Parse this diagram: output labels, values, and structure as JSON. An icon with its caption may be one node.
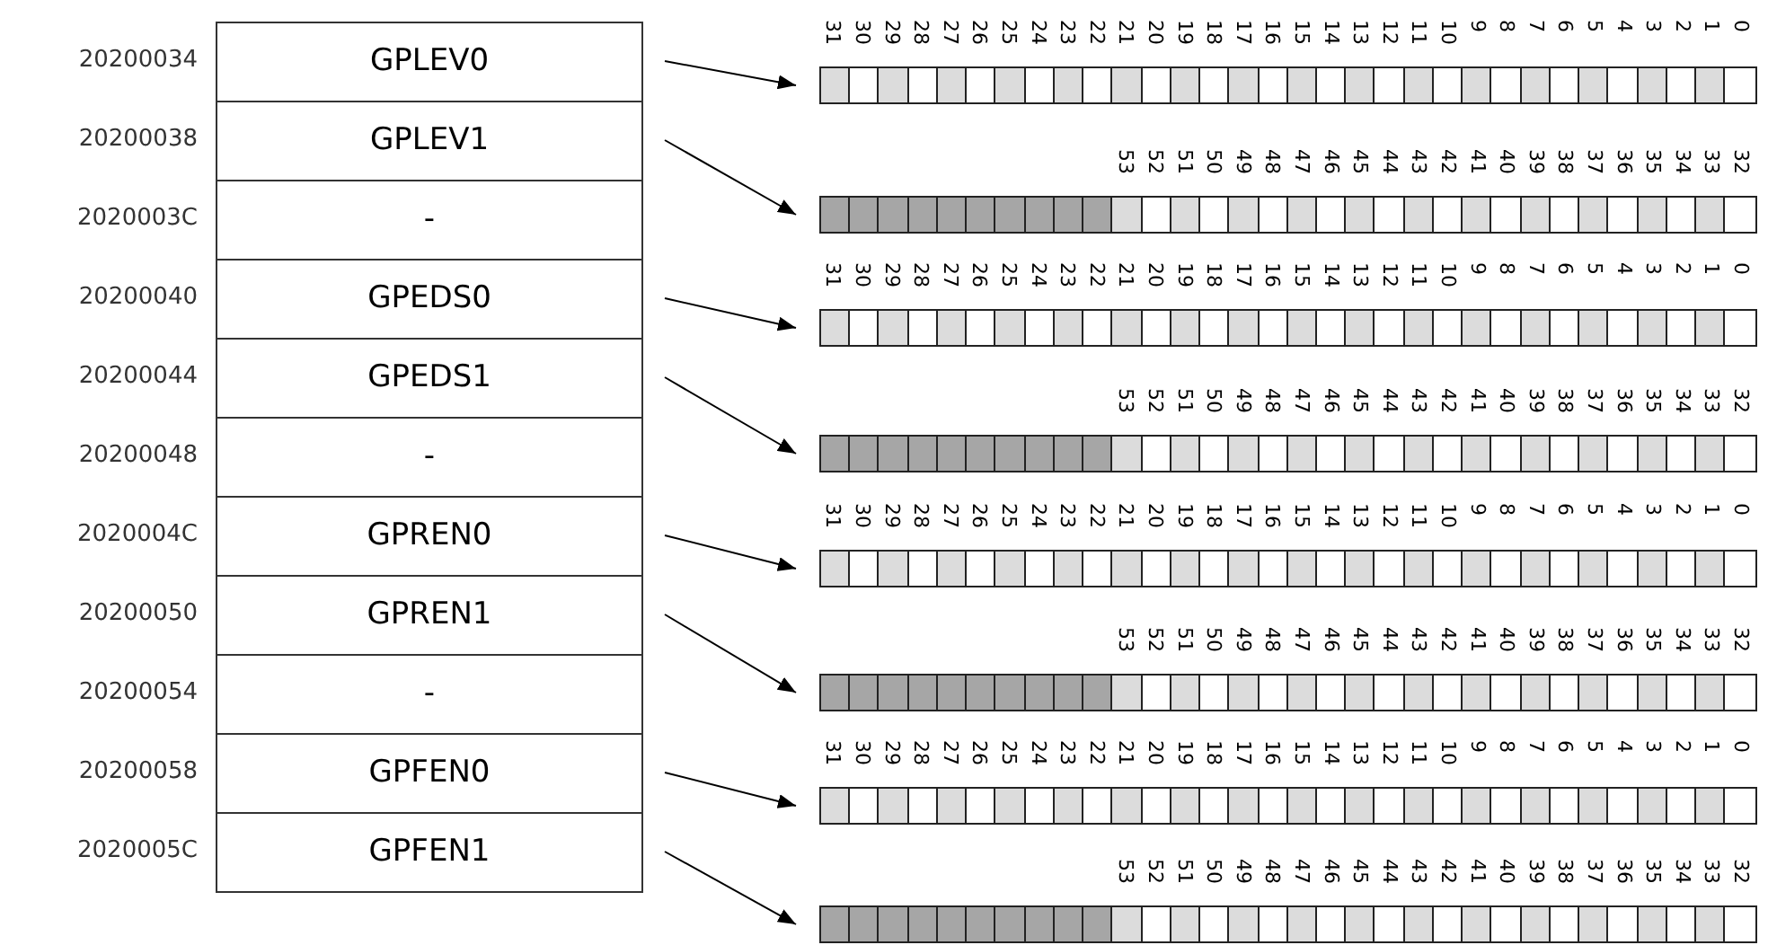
{
  "diagram": {
    "nodes": [
      {
        "text": [
          "GPLEV0"
        ],
        "beside": [
          "20200034"
        ]
      },
      {
        "text": [
          "GPLEV1"
        ],
        "beside": [
          "20200038"
        ]
      },
      {
        "text": [
          "-"
        ],
        "beside": [
          "2020003C"
        ]
      },
      {
        "text": [
          "GPEDS0"
        ],
        "beside": [
          "20200040"
        ]
      },
      {
        "text": [
          "GPEDS1"
        ],
        "beside": [
          "20200044"
        ]
      },
      {
        "text": [
          "-"
        ],
        "beside": [
          "20200048"
        ]
      },
      {
        "text": [
          "GPREN0"
        ],
        "beside": [
          "2020004C"
        ]
      },
      {
        "text": [
          "GPREN1"
        ],
        "beside": [
          "20200050"
        ]
      },
      {
        "text": [
          "-"
        ],
        "beside": [
          "20200054"
        ]
      },
      {
        "text": [
          "GPFEN0"
        ],
        "beside": [
          "20200058"
        ]
      },
      {
        "text": [
          "GPFEN1"
        ],
        "beside": [
          "2020005C"
        ]
      },
      {
        "text": [
          "31",
          "30",
          "29",
          "28",
          "27",
          "26",
          "25",
          "24",
          "23",
          "22",
          "21",
          "20",
          "19",
          "18",
          "17",
          "16",
          "15",
          "14",
          "13",
          "12",
          "11",
          "10",
          "9",
          "8",
          "7",
          "6",
          "5",
          "4",
          "3",
          "2",
          "1",
          "0"
        ]
      },
      {
        "text": [
          "53",
          "52",
          "51",
          "50",
          "49",
          "48",
          "47",
          "46",
          "45",
          "44",
          "43",
          "42",
          "41",
          "40",
          "39",
          "38",
          "37",
          "36",
          "35",
          "34",
          "33",
          "32"
        ]
      },
      {
        "text": [
          "31",
          "30",
          "29",
          "28",
          "27",
          "26",
          "25",
          "24",
          "23",
          "22",
          "21",
          "20",
          "19",
          "18",
          "17",
          "16",
          "15",
          "14",
          "13",
          "12",
          "11",
          "10",
          "9",
          "8",
          "7",
          "6",
          "5",
          "4",
          "3",
          "2",
          "1",
          "0"
        ]
      },
      {
        "text": [
          "53",
          "52",
          "51",
          "50",
          "49",
          "48",
          "47",
          "46",
          "45",
          "44",
          "43",
          "42",
          "41",
          "40",
          "39",
          "38",
          "37",
          "36",
          "35",
          "34",
          "33",
          "32"
        ]
      },
      {
        "text": [
          "31",
          "30",
          "29",
          "28",
          "27",
          "26",
          "25",
          "24",
          "23",
          "22",
          "21",
          "20",
          "19",
          "18",
          "17",
          "16",
          "15",
          "14",
          "13",
          "12",
          "11",
          "10",
          "9",
          "8",
          "7",
          "6",
          "5",
          "4",
          "3",
          "2",
          "1",
          "0"
        ]
      },
      {
        "text": [
          "53",
          "52",
          "51",
          "50",
          "49",
          "48",
          "47",
          "46",
          "45",
          "44",
          "43",
          "42",
          "41",
          "40",
          "39",
          "38",
          "37",
          "36",
          "35",
          "34",
          "33",
          "32"
        ]
      },
      {
        "text": [
          "31",
          "30",
          "29",
          "28",
          "27",
          "26",
          "25",
          "24",
          "23",
          "22",
          "21",
          "20",
          "19",
          "18",
          "17",
          "16",
          "15",
          "14",
          "13",
          "12",
          "11",
          "10",
          "9",
          "8",
          "7",
          "6",
          "5",
          "4",
          "3",
          "2",
          "1",
          "0"
        ]
      },
      {
        "text": [
          "53",
          "52",
          "51",
          "50",
          "49",
          "48",
          "47",
          "46",
          "45",
          "44",
          "43",
          "42",
          "41",
          "40",
          "39",
          "38",
          "37",
          "36",
          "35",
          "34",
          "33",
          "32"
        ]
      }
    ],
    "edges": [
      {
        "from": 0,
        "to": 11,
        "arrow": "to"
      },
      {
        "from": 1,
        "to": 12,
        "arrow": "to"
      },
      {
        "from": 3,
        "to": 13,
        "arrow": "to"
      },
      {
        "from": 4,
        "to": 14,
        "arrow": "to"
      },
      {
        "from": 6,
        "to": 15,
        "arrow": "to"
      },
      {
        "from": 7,
        "to": 16,
        "arrow": "to"
      },
      {
        "from": 9,
        "to": 17,
        "arrow": "to"
      },
      {
        "from": 10,
        "to": 18,
        "arrow": "to"
      }
    ]
  }
}
